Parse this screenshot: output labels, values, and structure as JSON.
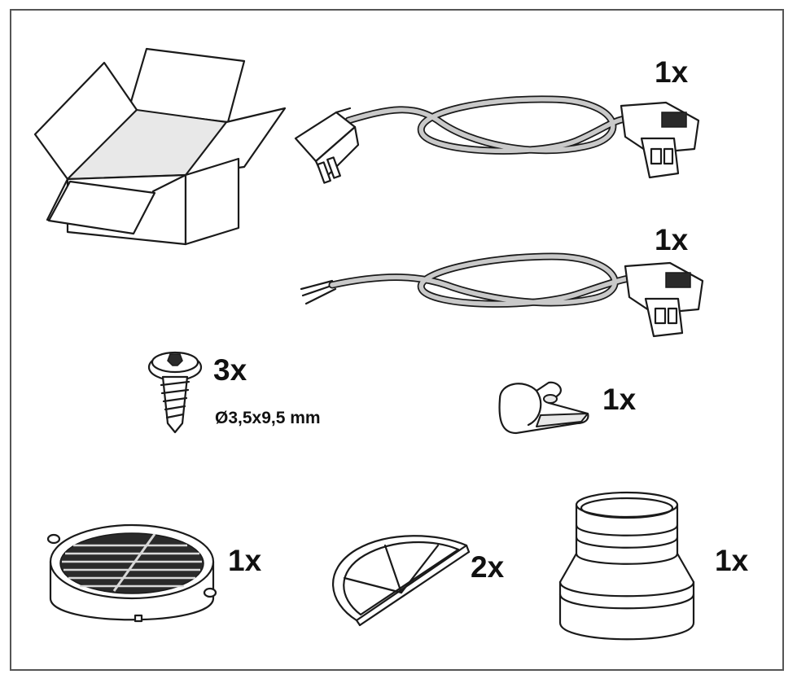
{
  "items": {
    "box": {
      "icon": "open-cardboard-box-icon"
    },
    "plug_cable": {
      "icon": "power-cable-with-plug-icon",
      "qty": "1x"
    },
    "bare_cable": {
      "icon": "power-cable-bare-wires-icon",
      "qty": "1x"
    },
    "screw": {
      "icon": "screw-icon",
      "qty": "3x",
      "spec": "Ø3,5x9,5 mm"
    },
    "cable_clip": {
      "icon": "cable-clip-icon",
      "qty": "1x"
    },
    "grease_filter": {
      "icon": "round-grease-filter-icon",
      "qty": "1x"
    },
    "flap": {
      "icon": "half-round-flap-icon",
      "qty": "2x"
    },
    "reducer": {
      "icon": "duct-reducer-icon",
      "qty": "1x"
    }
  },
  "colors": {
    "line": "#1a1a1a",
    "frame": "#555555",
    "text": "#111111"
  }
}
